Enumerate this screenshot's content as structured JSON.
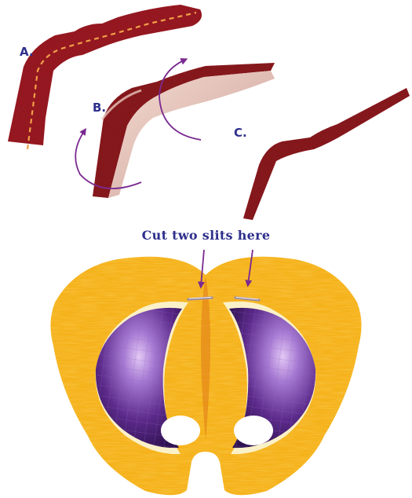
{
  "steps": {
    "a_label": "A.",
    "b_label": "B.",
    "c_label": "C."
  },
  "mask": {
    "cut_caption": "Cut two slits here"
  },
  "colors": {
    "antenna_red": "#a0161a",
    "antenna_dark": "#5a0a0c",
    "fold_line": "#f2a04a",
    "arrow_purple": "#7a2a90",
    "label_blue": "#2e2f8c",
    "mask_yellow": "#f5b21c",
    "mask_orange": "#e4861a",
    "eye_purple": "#5b2a8a",
    "eye_highlight": "#c9a2e6",
    "rim_cream": "#fbf1c8"
  },
  "icons": {
    "fold_arrow": "curved-arrow-icon",
    "slit_arrow": "down-arrow-icon"
  }
}
